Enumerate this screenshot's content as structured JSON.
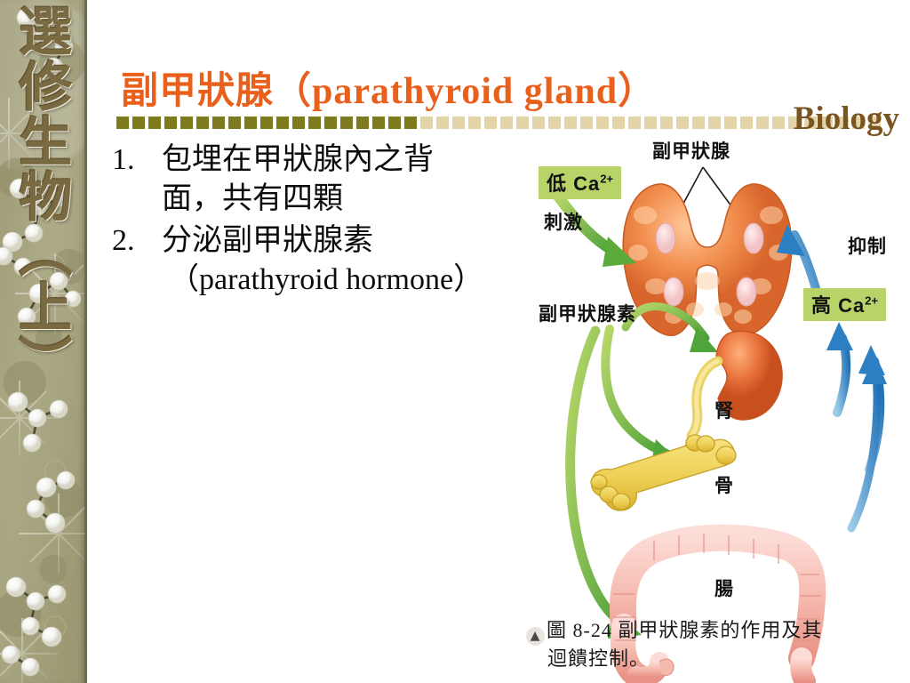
{
  "sidebar": {
    "vertical_title": "選修生物（上）",
    "background_color": "#9e9b76",
    "text_color": "#7a6a42"
  },
  "header": {
    "title": "副甲狀腺（parathyroid gland）",
    "title_color": "#e8601c",
    "wordmark": "Biology",
    "wordmark_color": "#7a5520",
    "divider": {
      "dark_color": "#7e7a1e",
      "light_color": "#e3d4a8",
      "dark_count": 19,
      "total_count": 48
    }
  },
  "body": {
    "items": [
      {
        "number": "1.",
        "line1": "包埋在甲狀腺內之背",
        "line2": "面，共有四顆"
      },
      {
        "number": "2.",
        "line1": "分泌副甲狀腺素",
        "line2": "（parathyroid hormone）"
      }
    ]
  },
  "figure": {
    "labels": {
      "parathyroid_gland": "副甲狀腺",
      "low_calcium": "低 Ca",
      "low_calcium_sup": "2+",
      "stimulate": "刺激",
      "inhibit": "抑制",
      "high_calcium": "高 Ca",
      "high_calcium_sup": "2+",
      "parathyroid_hormone": "副甲狀腺素",
      "kidney": "腎",
      "bone": "骨",
      "intestine": "腸"
    },
    "colors": {
      "highlight_box": "#b8d368",
      "green_arrow": "#6cb33f",
      "blue_arrow": "#2e86c8",
      "thyroid": "#f08a4b",
      "kidney": "#e8703a",
      "bone": "#edd05a",
      "intestine": "#f6b9ae"
    },
    "caption": {
      "icon": "chevron-up",
      "line1": "圖 8-24 副甲狀腺素的作用及其",
      "line2": "迴饋控制。"
    }
  }
}
